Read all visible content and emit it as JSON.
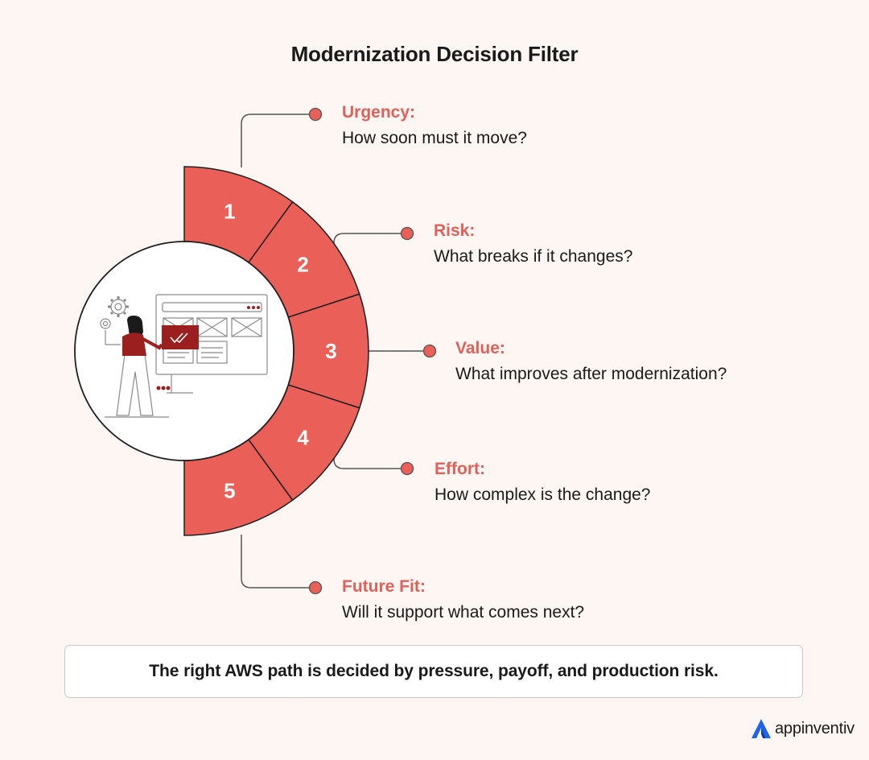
{
  "title": "Modernization Decision Filter",
  "segments": [
    "1",
    "2",
    "3",
    "4",
    "5"
  ],
  "items": [
    {
      "label": "Urgency:",
      "question": "How soon must it move?"
    },
    {
      "label": "Risk:",
      "question": "What breaks if it changes?"
    },
    {
      "label": "Value:",
      "question": "What improves after modernization?"
    },
    {
      "label": "Effort:",
      "question": "How complex is the change?"
    },
    {
      "label": "Future Fit:",
      "question": "Will it support what comes next?"
    }
  ],
  "summary": "The right AWS path is decided by pressure, payoff, and production risk.",
  "brand": {
    "name": "appinventiv",
    "logo_icon": "appinventiv-logo-icon"
  },
  "colors": {
    "accent": "#ea5f58",
    "label": "#e0605a",
    "dark_red": "#9b1f1f",
    "background": "#fdf6f3",
    "text": "#1a1a1a",
    "brand_blue": "#1e64e6"
  }
}
